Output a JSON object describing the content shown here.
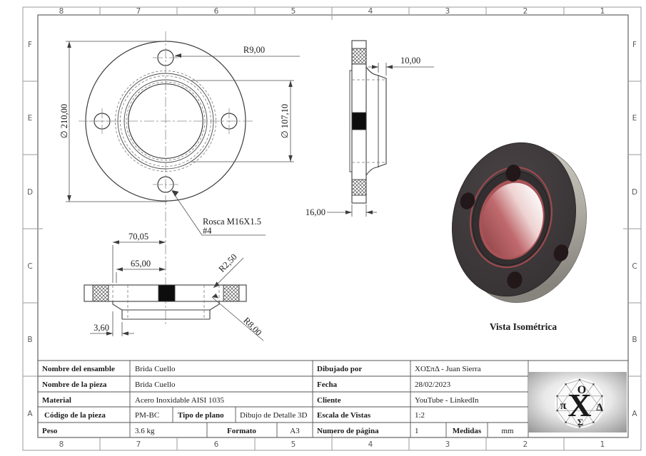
{
  "sheet": {
    "zones": {
      "cols": [
        "8",
        "7",
        "6",
        "5",
        "4",
        "3",
        "2",
        "1"
      ],
      "rows": [
        "F",
        "E",
        "D",
        "C",
        "B",
        "A"
      ]
    }
  },
  "views": {
    "front": {
      "dims": {
        "outer": "∅ 210,00",
        "bore": "∅ 107,10",
        "hole_radius": "R9,00"
      },
      "note_line1": "Rosca M16X1.5",
      "note_line2": "#4"
    },
    "side": {
      "dims": {
        "hub_length": "10,00",
        "thickness": "16,00"
      }
    },
    "section": {
      "dims": {
        "width_outer": "70,05",
        "width_inner": "65,00",
        "fillet_small": "R2,50",
        "fillet_large": "R8,00",
        "step": "3,60"
      }
    },
    "iso": {
      "caption": "Vista Isométrica"
    }
  },
  "title_block": {
    "rows_left": [
      {
        "label": "Nombre del ensamble",
        "value": "Brida Cuello"
      },
      {
        "label": "Nombre de la pieza",
        "value": "Brida Cuello"
      },
      {
        "label": "Material",
        "value": "Acero Inoxidable AISI 1035"
      }
    ],
    "codigo": {
      "label": "Código de la pieza",
      "value": "PM-BC",
      "tipo_label": "Tipo de plano",
      "tipo_value": "Dibujo de Detalle 3D"
    },
    "peso": {
      "label": "Peso",
      "value": "3.6 kg",
      "formato_label": "Formato",
      "formato_value": "A3"
    },
    "rows_right": [
      {
        "label": "Dibujado por",
        "value": "ΧΟΣπΔ - Juan Sierra"
      },
      {
        "label": "Fecha",
        "value": "28/02/2023"
      },
      {
        "label": "Cliente",
        "value": "YouTube - LinkedIn"
      },
      {
        "label": "Escala de Vistas",
        "value": "1:2"
      }
    ],
    "pagina": {
      "label": "Numero de página",
      "value": "1",
      "medidas_label": "Medidas",
      "medidas_value": "mm"
    }
  },
  "logo": {
    "chi": "Χ",
    "o": "Ο",
    "pi": "π",
    "delta": "Δ",
    "sigma": "Σ"
  },
  "colors": {
    "line": "#3d3d3d",
    "centerline": "#8a8a8a",
    "flange_face": "#3e393b",
    "flange_rim": "#b7b4ac",
    "bore_red": "#a85356",
    "hole_dark": "#221719"
  }
}
